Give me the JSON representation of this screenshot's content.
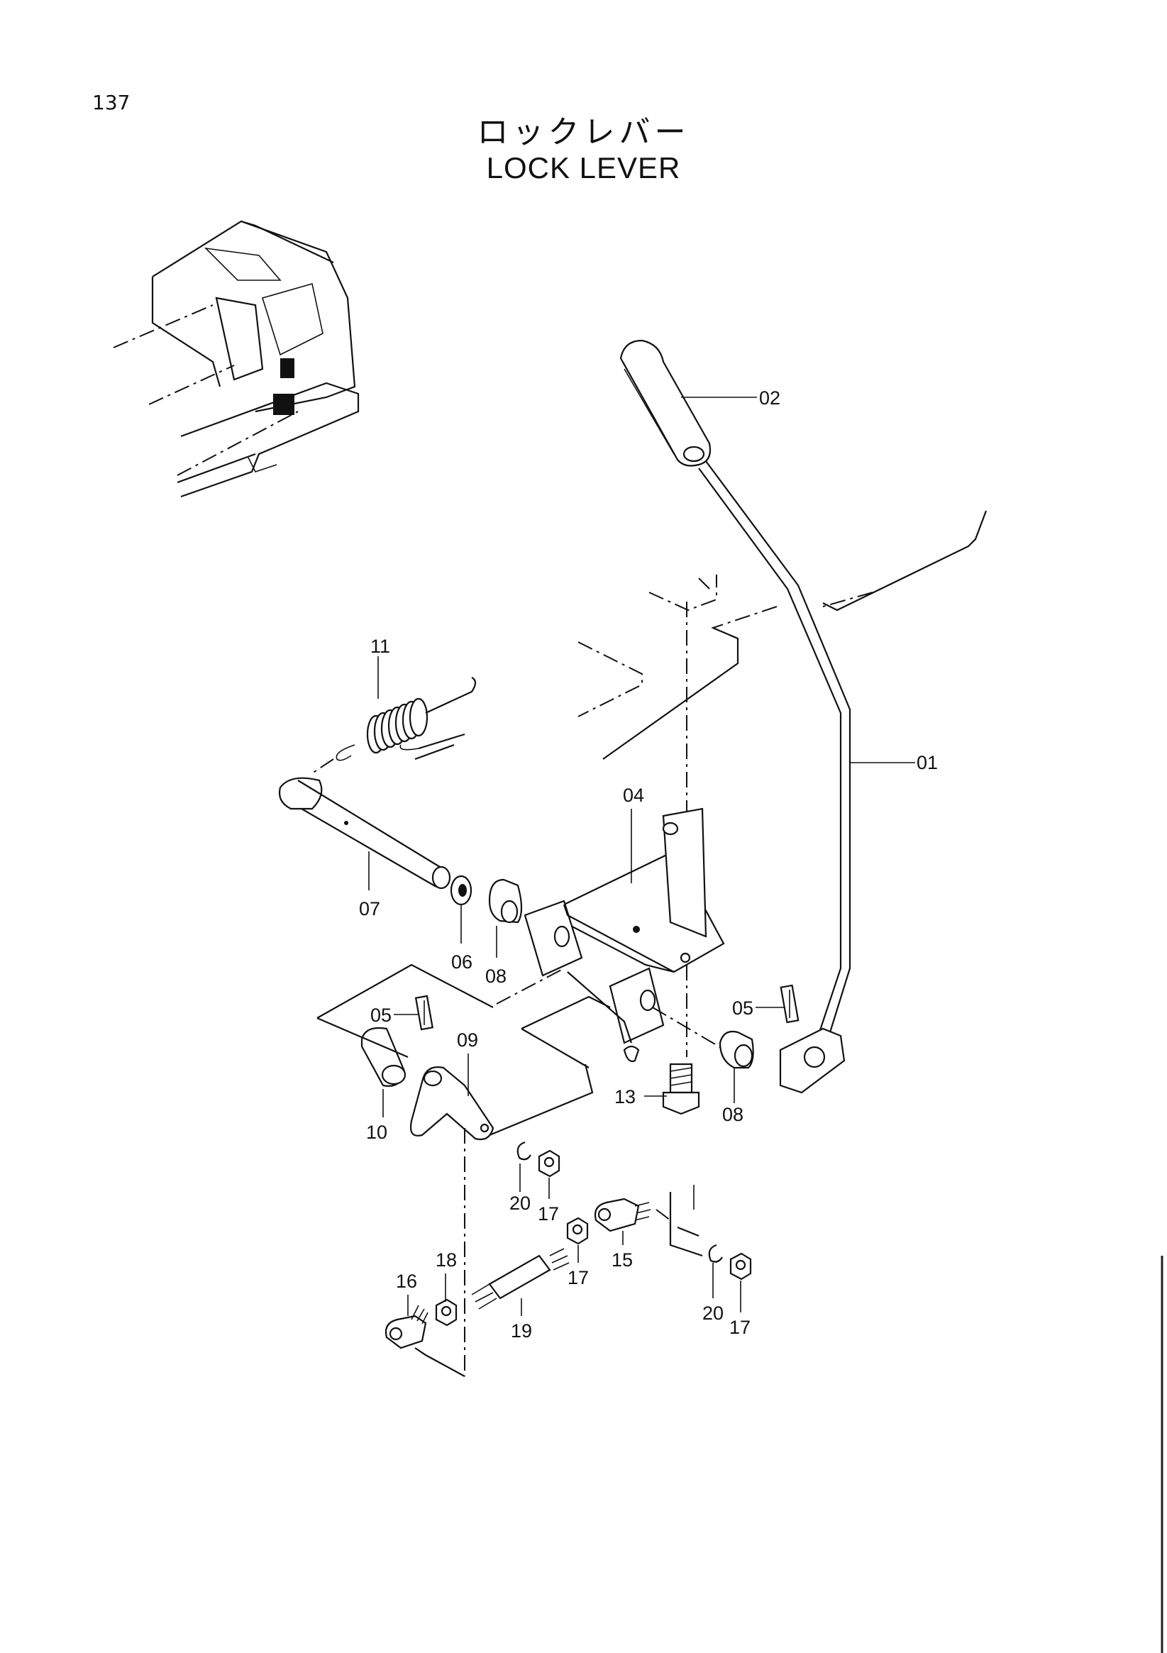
{
  "page_number": "137",
  "title": {
    "japanese": "ロックレバー",
    "english": "LOCK LEVER"
  },
  "callouts": [
    {
      "id": "01",
      "label": "01"
    },
    {
      "id": "02",
      "label": "02"
    },
    {
      "id": "04",
      "label": "04"
    },
    {
      "id": "05a",
      "label": "05"
    },
    {
      "id": "05b",
      "label": "05"
    },
    {
      "id": "06",
      "label": "06"
    },
    {
      "id": "07",
      "label": "07"
    },
    {
      "id": "08a",
      "label": "08"
    },
    {
      "id": "08b",
      "label": "08"
    },
    {
      "id": "09",
      "label": "09"
    },
    {
      "id": "10",
      "label": "10"
    },
    {
      "id": "11",
      "label": "11"
    },
    {
      "id": "13",
      "label": "13"
    },
    {
      "id": "15",
      "label": "15"
    },
    {
      "id": "16",
      "label": "16"
    },
    {
      "id": "17a",
      "label": "17"
    },
    {
      "id": "17b",
      "label": "17"
    },
    {
      "id": "17c",
      "label": "17"
    },
    {
      "id": "18",
      "label": "18"
    },
    {
      "id": "19",
      "label": "19"
    },
    {
      "id": "20a",
      "label": "20"
    },
    {
      "id": "20b",
      "label": "20"
    }
  ]
}
